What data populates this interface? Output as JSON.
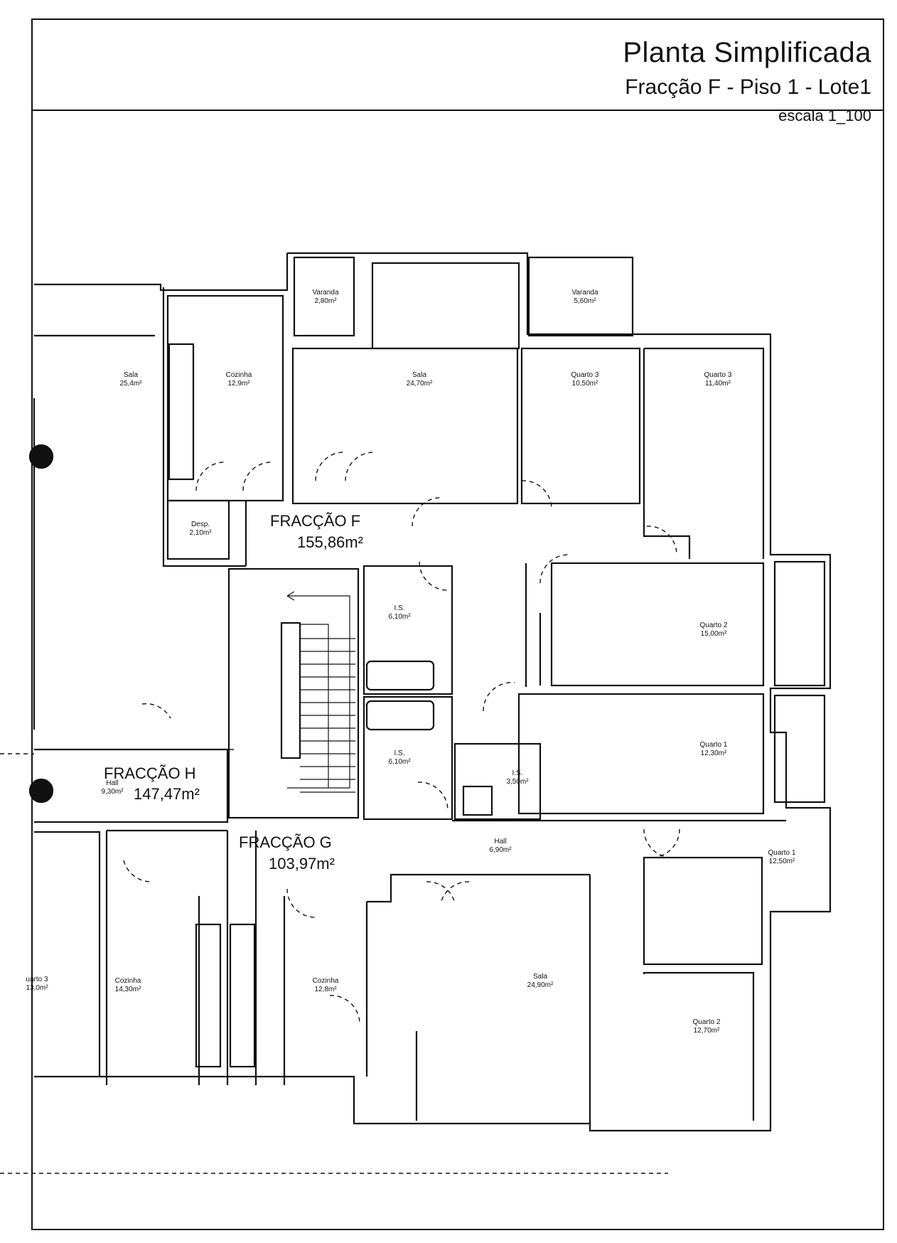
{
  "header": {
    "title": "Planta Simplificada",
    "subtitle": "Fracção F - Piso 1 - Lote1",
    "scale": "escala 1_100"
  },
  "units": [
    {
      "name": "FRACÇÃO F",
      "area": "155,86m²"
    },
    {
      "name": "FRACÇÃO H",
      "area": "147,47m²"
    },
    {
      "name": "FRACÇÃO G",
      "area": "103,97m²"
    }
  ],
  "rooms": [
    {
      "name": "Varanda",
      "area": "2,80m²"
    },
    {
      "name": "Varanda",
      "area": "5,60m²"
    },
    {
      "name": "Sala",
      "area": "25,4m²"
    },
    {
      "name": "Cozinha",
      "area": "12,9m²"
    },
    {
      "name": "Sala",
      "area": "24,70m²"
    },
    {
      "name": "Quarto 3",
      "area": "10,50m²"
    },
    {
      "name": "Quarto 3",
      "area": "11,40m²"
    },
    {
      "name": "Desp.",
      "area": "2,10m²"
    },
    {
      "name": "I.S.",
      "area": "6,10m²"
    },
    {
      "name": "Quarto 2",
      "area": "15,00m²"
    },
    {
      "name": "Quarto 1",
      "area": "12,30m²"
    },
    {
      "name": "I.S.",
      "area": "6,10m²"
    },
    {
      "name": "I.S.",
      "area": "3,50m²"
    },
    {
      "name": "Hall",
      "area": "9,30m²"
    },
    {
      "name": "Hall",
      "area": "6,90m²"
    },
    {
      "name": "Quarto 1",
      "area": "12,50m²"
    },
    {
      "name": "uarto 3",
      "area": "13,0m²"
    },
    {
      "name": "Cozinha",
      "area": "14,30m²"
    },
    {
      "name": "Cozinha",
      "area": "12,8m²"
    },
    {
      "name": "Sala",
      "area": "24,90m²"
    },
    {
      "name": "Quarto 2",
      "area": "12,70m²"
    }
  ]
}
